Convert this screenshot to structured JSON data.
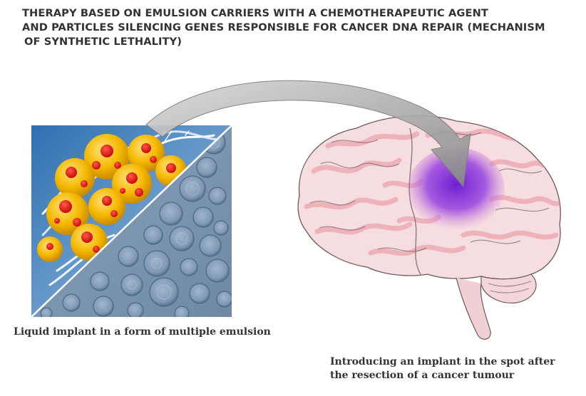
{
  "title": {
    "line1": "THERAPY BASED ON EMULSION CARRIERS WITH A CHEMOTHERAPEUTIC AGENT",
    "line2": "AND PARTICLES SILENCING GENES RESPONSIBLE FOR CANCER DNA REPAIR (MECHANISM",
    "line3": "OF SYNTHETIC LETHALITY)"
  },
  "captions": {
    "left": "Liquid implant in a form of multiple emulsion",
    "right_line1": "Introducing an implant in the spot after",
    "right_line2": "the resection of a cancer tumour"
  },
  "colors": {
    "particle": "#f5b800",
    "droplet": "#e01010",
    "brain_tissue": "#e8a0a8",
    "implant": "#8a3ad8",
    "arrow": "#9a9a9a",
    "emulsion_bg": "#7a94b0"
  },
  "icons": [
    "emulsion-particle-icon",
    "dna-helix-icon",
    "brain-icon",
    "curved-arrow-icon"
  ]
}
